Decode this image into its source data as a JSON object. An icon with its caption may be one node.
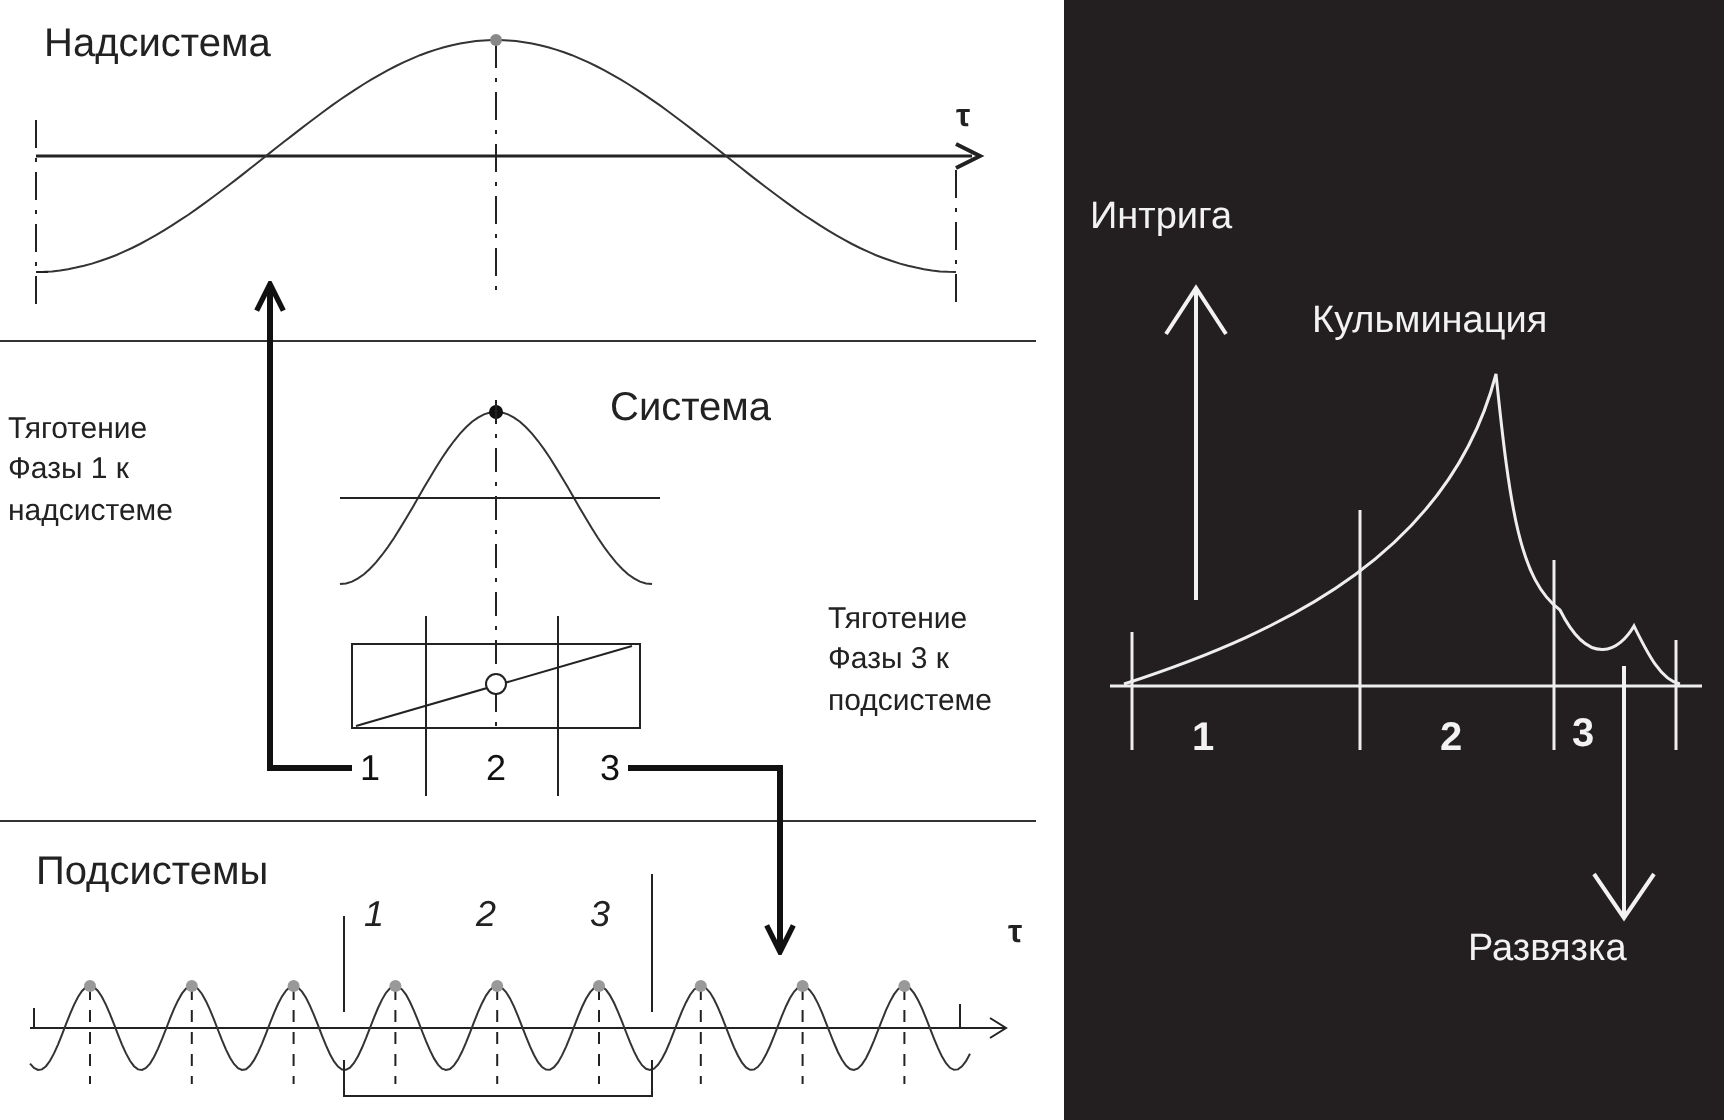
{
  "diagram": {
    "nodes": [
      {
        "text": [
          "Надсистема"
        ]
      },
      {
        "text": [
          "Система"
        ]
      },
      {
        "text": [
          "1"
        ],
        "in": 1
      },
      {
        "text": [
          "2"
        ],
        "in": 1
      },
      {
        "text": [
          "3"
        ],
        "in": 1
      },
      {
        "text": [
          "Подсистемы"
        ]
      },
      {
        "text": [],
        "shape": "picture",
        "in": 5
      }
    ],
    "edges": [
      {
        "from": 2,
        "to": 0,
        "arrow": "to"
      },
      {
        "from": 4,
        "to": 6,
        "arrow": "to"
      }
    ],
    "labels": [
      "τ",
      "Тяготение Фазы 1 к надсистеме",
      "Тяготение Фазы 3 к подсистеме",
      "1",
      "2",
      "3",
      "τ",
      "Интрига",
      "Кульминация",
      "1",
      "2",
      "3",
      "Развязка"
    ]
  }
}
